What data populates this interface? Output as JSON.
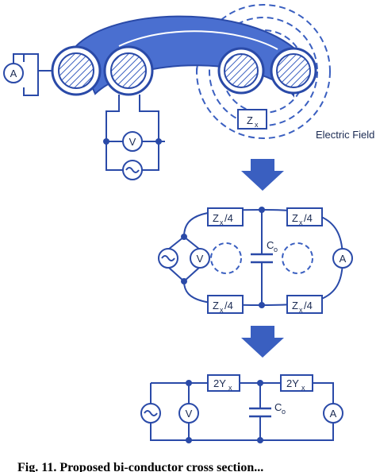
{
  "figure": {
    "labels": {
      "electric_field": "Electric Field",
      "zx": "Z",
      "zx_sub": "x",
      "meter_ammeter": "A",
      "meter_voltmeter": "V",
      "source": "~",
      "quarter_z_top_left": "Z",
      "quarter_z_top_right": "Z",
      "quarter_z_bottom_left": "Z",
      "quarter_z_bottom_right": "Z",
      "quarter_sub": "x",
      "quarter_div": "/4",
      "co": "C",
      "co_sub": "o",
      "two_y_left": "2Y",
      "two_y_right": "2Y",
      "two_y_sub": "x"
    },
    "caption": "Fig. 11. Proposed bi-conductor cross section..."
  },
  "colors": {
    "primary": "#3a5fc0",
    "primary_dark": "#2a4aa8",
    "cable_fill": "#4a6fd0",
    "dash": "#3a5fc0",
    "text": "#1a2a52"
  }
}
